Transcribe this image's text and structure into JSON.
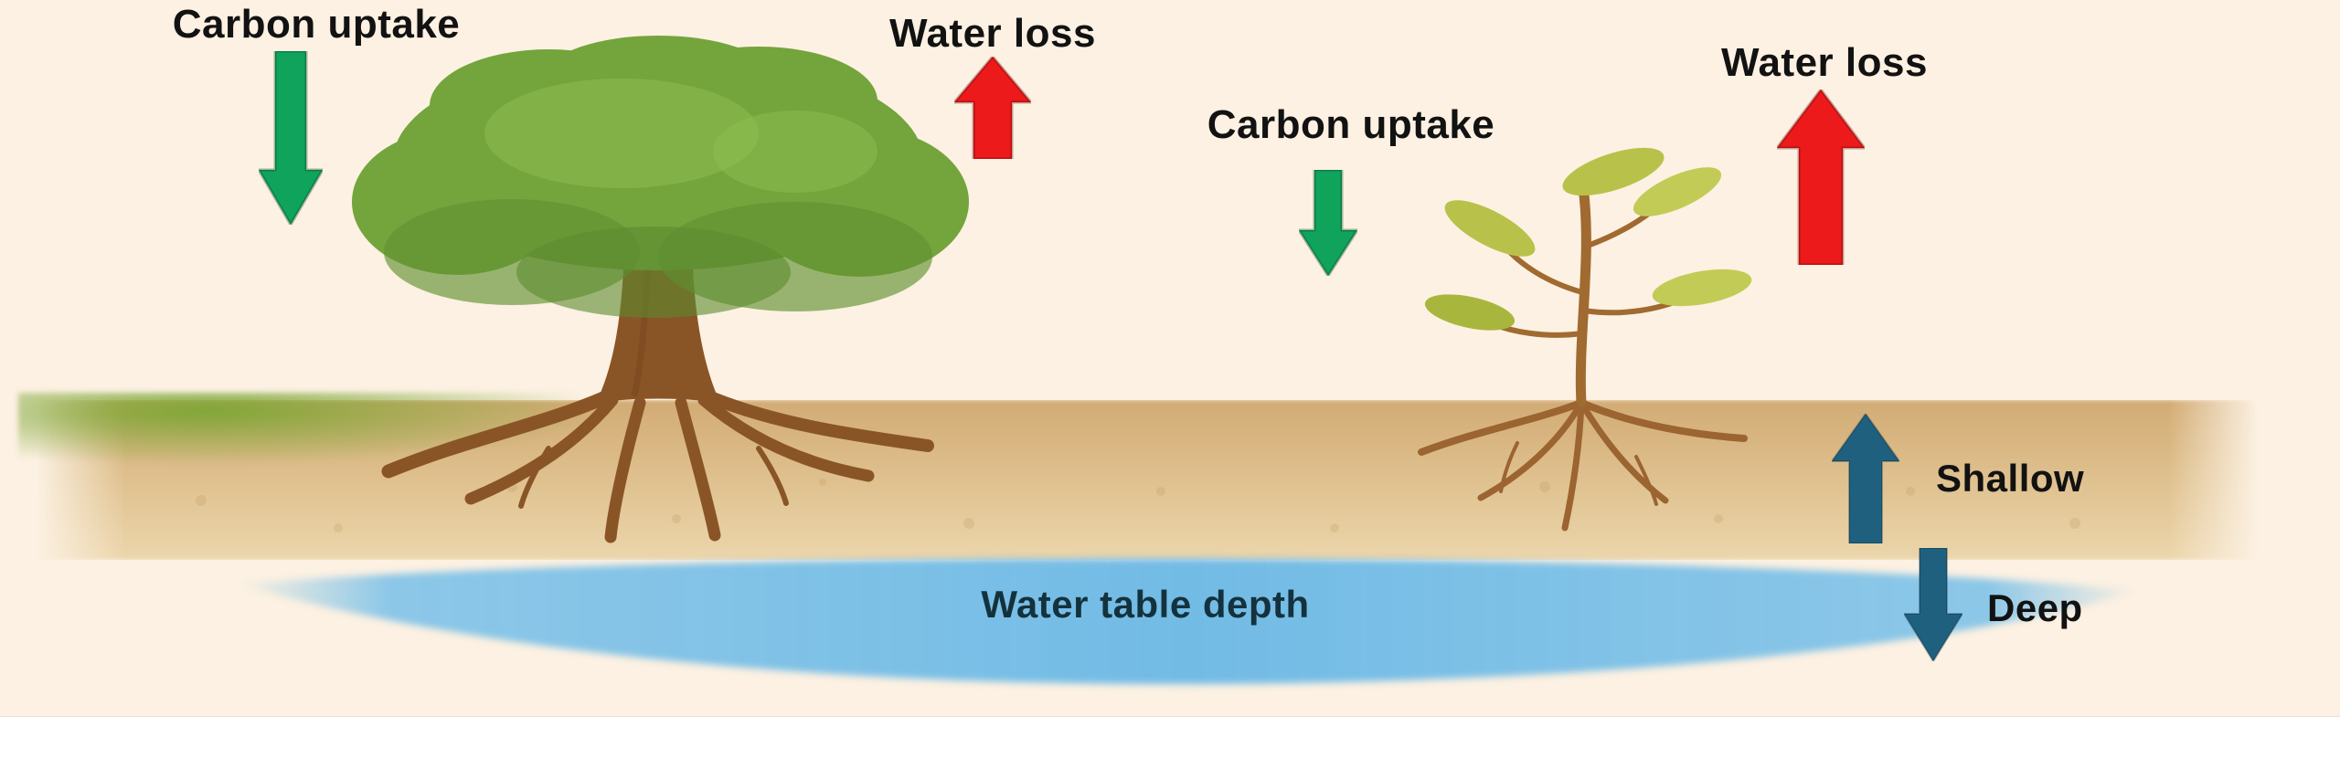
{
  "labels": {
    "carbon_uptake_left": "Carbon uptake",
    "water_loss_left": "Water loss",
    "carbon_uptake_right": "Carbon uptake",
    "water_loss_right": "Water loss",
    "water_table_depth": "Water table depth",
    "shallow": "Shallow",
    "deep": "Deep"
  },
  "icons": {
    "carbon_uptake_left_arrow": "arrow-down",
    "water_loss_left_arrow": "arrow-up",
    "carbon_uptake_right_arrow": "arrow-down",
    "water_loss_right_arrow": "arrow-up",
    "shallow_arrow": "arrow-up",
    "deep_arrow": "arrow-down"
  },
  "colors": {
    "background": "#fcf1e2",
    "arrow_green": "#0fa35b",
    "arrow_red": "#ec1a1a",
    "arrow_teal": "#20607f",
    "soil_tan": "#dfc18f",
    "grass_green": "#7ca634",
    "water_blue": "#7fc2e8",
    "canopy_green": "#74a43c",
    "trunk_brown": "#8a5526",
    "leaf_yellow_green": "#b8c24a",
    "text_black": "#121212",
    "water_label_dark": "#14323d"
  }
}
